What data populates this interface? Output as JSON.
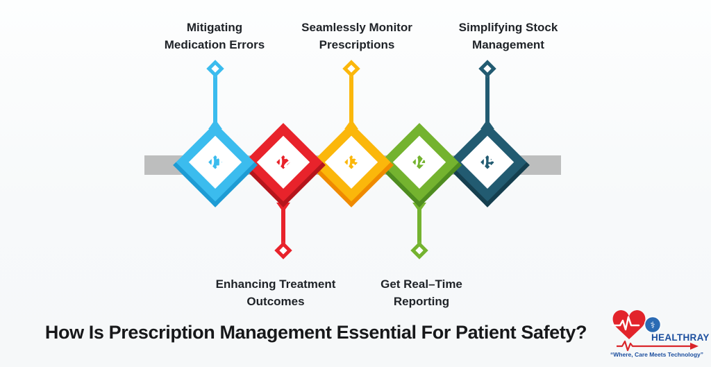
{
  "title": "How Is Prescription Management Essential For Patient Safety?",
  "timeline": {
    "bar_color": "#bdbebe"
  },
  "steps": [
    {
      "number": "01",
      "label": "Mitigating\nMedication Errors",
      "label_position": "top",
      "color": "#3bbcee",
      "color_dark": "#1e9cd4"
    },
    {
      "number": "02",
      "label": "Enhancing Treatment\nOutcomes",
      "label_position": "bottom",
      "color": "#e8232b",
      "color_dark": "#b5151c"
    },
    {
      "number": "03",
      "label": "Seamlessly Monitor\nPrescriptions",
      "label_position": "top",
      "color": "#fbb70b",
      "color_dark": "#ef8a00"
    },
    {
      "number": "04",
      "label": "Get Real–Time\nReporting",
      "label_position": "bottom",
      "color": "#74b32f",
      "color_dark": "#4e8c20"
    },
    {
      "number": "05",
      "label": "Simplifying Stock\nManagement",
      "label_position": "top",
      "color": "#225b71",
      "color_dark": "#153f4f"
    }
  ],
  "logo": {
    "brand": "HEALTHRAY",
    "tagline": "“Where, Care Meets Technology”",
    "caduceus_glyph": "⚕",
    "heart_color": "#e2242b",
    "ecg_color": "#d9252b",
    "circle_color": "#2b6bb4",
    "brand_color": "#1b4e9e"
  }
}
